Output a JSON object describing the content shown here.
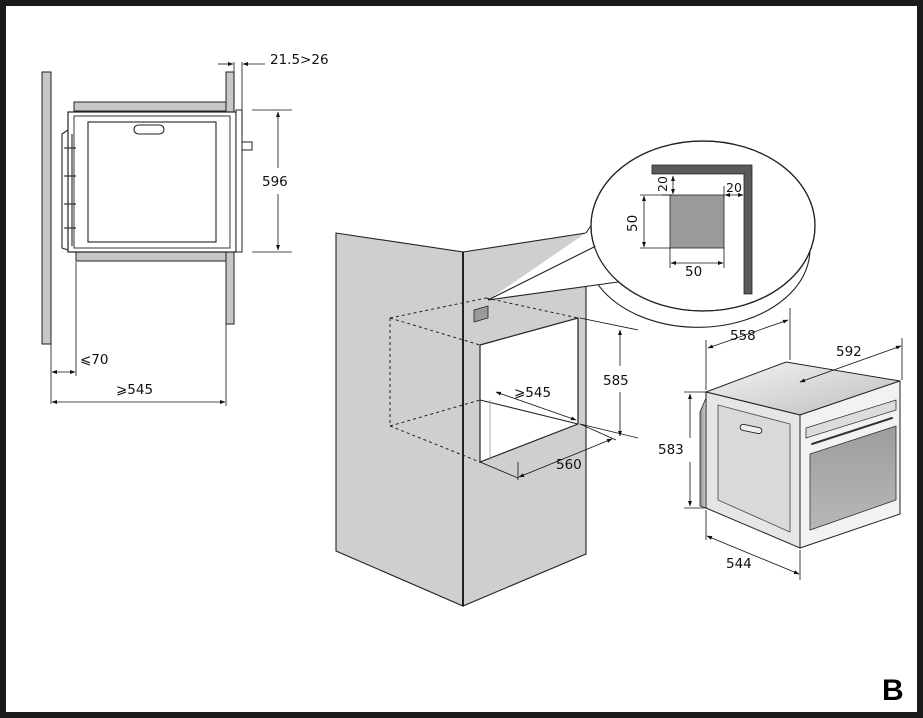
{
  "figure_label": "B",
  "side_view": {
    "dim_gap": "21.5>26",
    "dim_height": "596",
    "dim_rear": "⩽70",
    "dim_depth": "⩾545"
  },
  "detail": {
    "dim_top": "20",
    "dim_side": "20",
    "dim_left": "50",
    "dim_bottom": "50"
  },
  "cabinet": {
    "dim_depth": "⩾545",
    "dim_height": "585",
    "dim_width": "560"
  },
  "oven": {
    "dim_width": "558",
    "dim_front_width": "592",
    "dim_height": "583",
    "dim_depth": "544"
  },
  "colors": {
    "frame": "#1a1a1a",
    "panel_grey": "#c7c7c7",
    "cabinet_grey": "#cfcfcf",
    "square_grey": "#9a9a9a",
    "oven_window": "#a9a9a9"
  }
}
